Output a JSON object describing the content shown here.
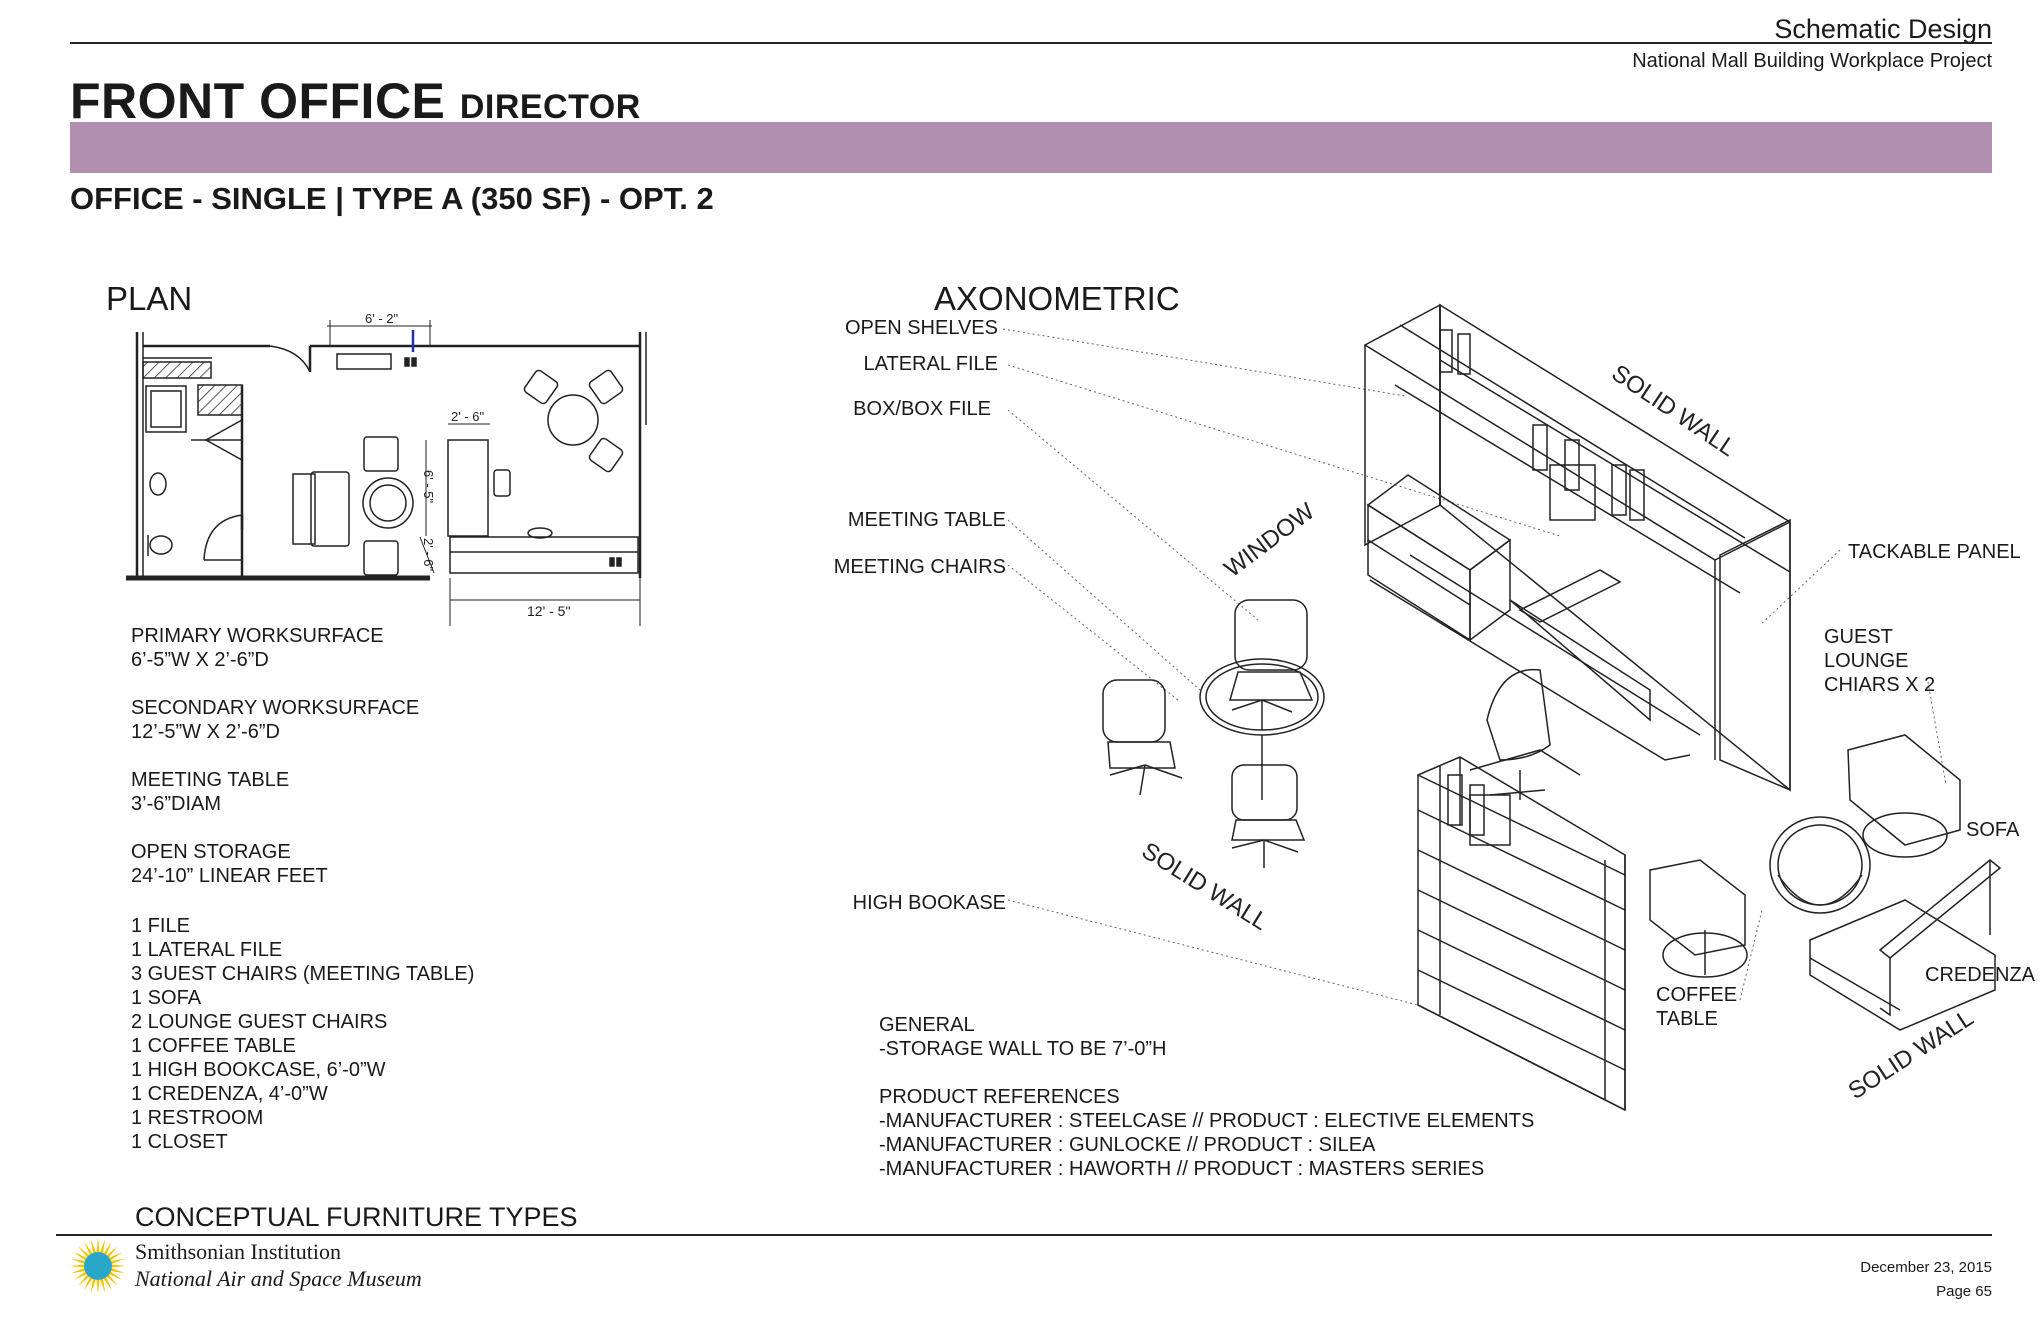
{
  "header": {
    "phase": "Schematic Design",
    "project": "National Mall Building Workplace Project",
    "title": "FRONT OFFICE",
    "title_sub": "DIRECTOR",
    "band_color": "#b08fb0",
    "subtitle": "OFFICE - SINGLE | TYPE A (350 SF) - OPT. 2"
  },
  "plan": {
    "heading": "PLAN",
    "dims": {
      "top": "6' - 2\"",
      "desk_width": "2' - 6\"",
      "desk_depth": "6' - 5\"",
      "credenza_depth": "2' - 6\"",
      "bottom": "12' - 5\""
    }
  },
  "specs": [
    {
      "name": "PRIMARY WORKSURFACE",
      "value": "6’-5”W X 2’-6”D"
    },
    {
      "name": "SECONDARY WORKSURFACE",
      "value": "12’-5”W X 2’-6”D"
    },
    {
      "name": "MEETING TABLE",
      "value": "3’-6”DIAM"
    },
    {
      "name": "OPEN STORAGE",
      "value": "24’-10” LINEAR FEET"
    }
  ],
  "inventory": [
    "1 FILE",
    "1 LATERAL FILE",
    "3 GUEST CHAIRS (MEETING TABLE)",
    "1 SOFA",
    "2 LOUNGE GUEST CHAIRS",
    "1 COFFEE TABLE",
    "1 HIGH BOOKCASE, 6’-0”W",
    "1 CREDENZA, 4’-0”W",
    "1 RESTROOM",
    "1 CLOSET"
  ],
  "axon": {
    "heading": "AXONOMETRIC",
    "labels": {
      "open_shelves": "OPEN SHELVES",
      "lateral_file": "LATERAL FILE",
      "box_file": "BOX/BOX FILE",
      "meeting_table": "MEETING TABLE",
      "meeting_chairs": "MEETING CHAIRS",
      "high_bookcase": "HIGH BOOKASE",
      "window": "WINDOW",
      "solid_wall": "SOLID WALL",
      "tackable_panel": "TACKABLE PANEL",
      "guest_lounge": [
        "GUEST",
        "LOUNGE",
        "CHIARS X 2"
      ],
      "sofa": "SOFA",
      "credenza": "CREDENZA",
      "coffee_table": [
        "COFFEE",
        "TABLE"
      ]
    }
  },
  "general": {
    "heading": "GENERAL",
    "note": "-STORAGE WALL TO BE 7’-0”H",
    "refs_heading": "PRODUCT REFERENCES",
    "refs": [
      "-MANUFACTURER : STEELCASE // PRODUCT : ELECTIVE ELEMENTS",
      "-MANUFACTURER : GUNLOCKE // PRODUCT : SILEA",
      "-MANUFACTURER : HAWORTH // PRODUCT : MASTERS SERIES"
    ]
  },
  "footer": {
    "section": "CONCEPTUAL FURNITURE TYPES",
    "org": "Smithsonian Institution",
    "museum": "National Air and Space Museum",
    "date": "December 23, 2015",
    "page": "Page 65",
    "logo_color": "#f5c400",
    "logo_center": "#2aa6c9"
  }
}
